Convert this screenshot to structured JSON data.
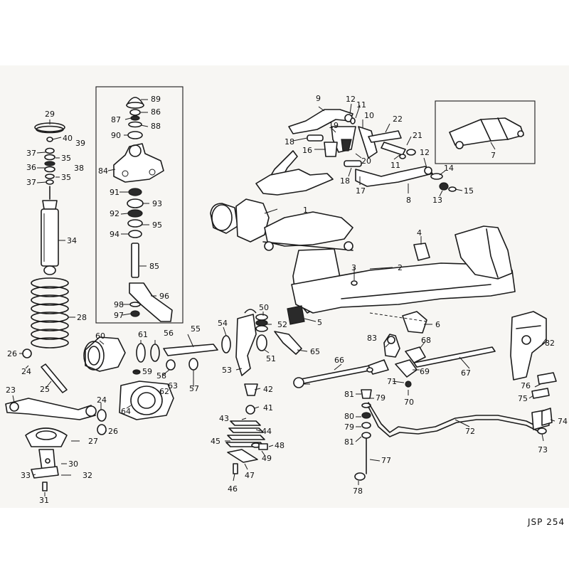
{
  "diagram": {
    "reference_code": "JSP 254",
    "part_numbers": [
      "1",
      "2",
      "3",
      "4",
      "5",
      "6",
      "7",
      "8",
      "9",
      "10",
      "11",
      "11",
      "12",
      "12",
      "13",
      "14",
      "15",
      "16",
      "17",
      "18",
      "18",
      "19",
      "20",
      "21",
      "22",
      "23",
      "24",
      "24",
      "25",
      "26",
      "26",
      "27",
      "28",
      "29",
      "30",
      "31",
      "32",
      "33",
      "34",
      "35",
      "35",
      "36",
      "37",
      "37",
      "38",
      "39",
      "40",
      "41",
      "42",
      "43",
      "44",
      "45",
      "46",
      "47",
      "48",
      "49",
      "50",
      "51",
      "52",
      "53",
      "54",
      "55",
      "56",
      "57",
      "58",
      "59",
      "60",
      "61",
      "62",
      "63",
      "64",
      "65",
      "66",
      "67",
      "68",
      "69",
      "70",
      "71",
      "72",
      "73",
      "74",
      "75",
      "76",
      "77",
      "78",
      "79",
      "79",
      "80",
      "81",
      "81",
      "82",
      "83",
      "84",
      "85",
      "86",
      "87",
      "88",
      "89",
      "90",
      "91",
      "92",
      "93",
      "94",
      "95",
      "96",
      "97",
      "98"
    ]
  }
}
